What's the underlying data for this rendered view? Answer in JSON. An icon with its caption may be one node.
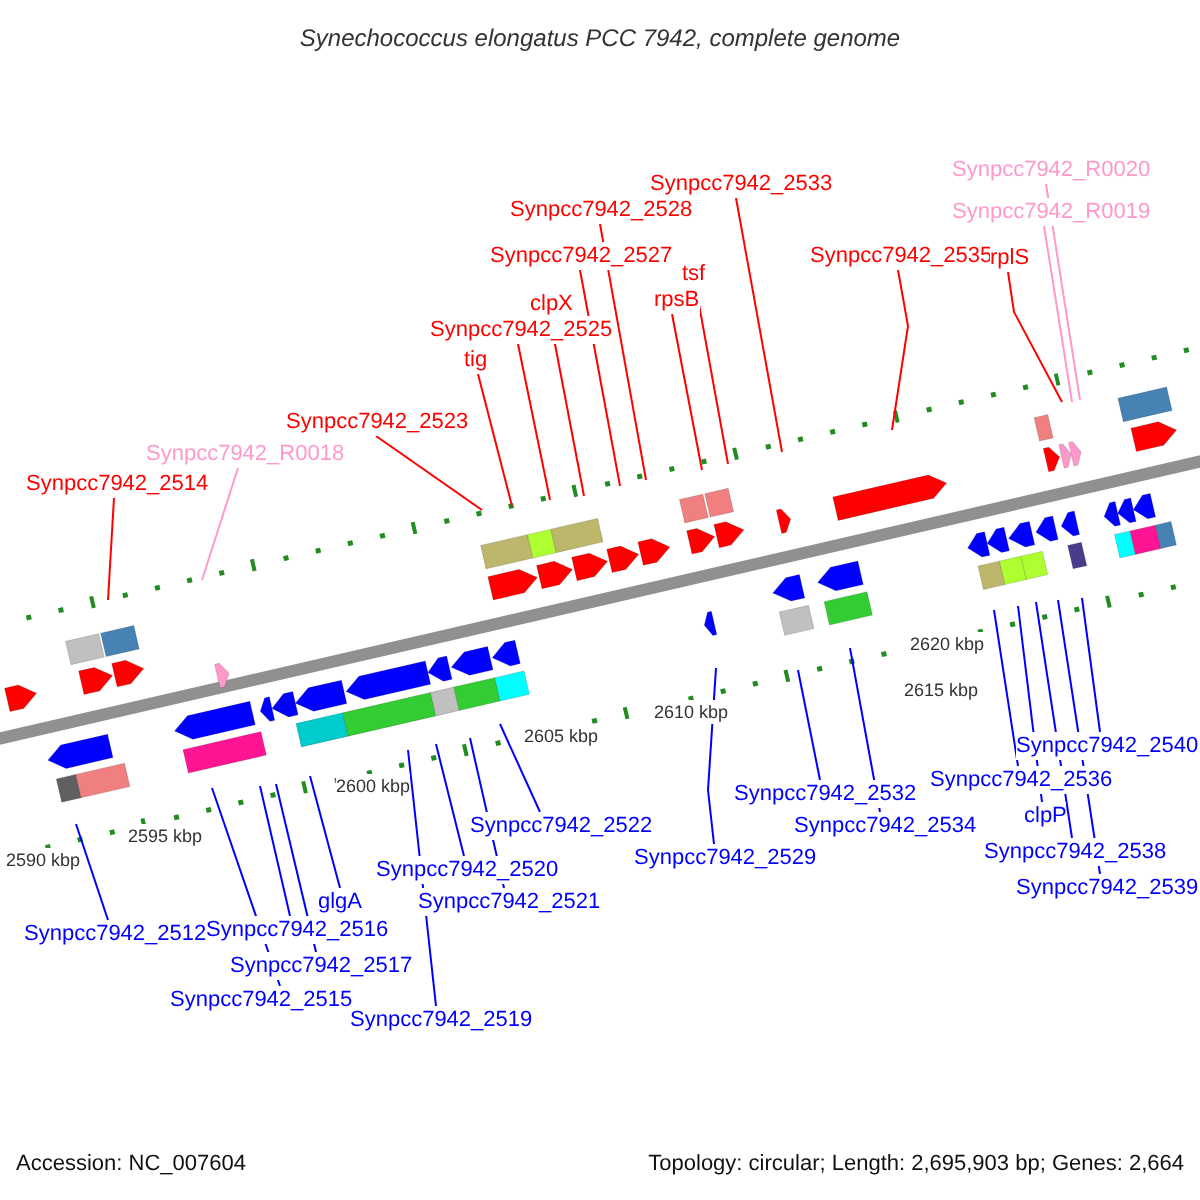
{
  "diagram": {
    "title": "Synechococcus elongatus PCC 7942, complete genome",
    "nodes": [
      {
        "text": [
          "Synpcc7942_2514"
        ]
      },
      {
        "text": [
          "Synpcc7942_R0018"
        ]
      },
      {
        "text": [
          "Synpcc7942_2523"
        ]
      },
      {
        "text": [
          "tig"
        ]
      },
      {
        "text": [
          "Synpcc7942_2525"
        ]
      },
      {
        "text": [
          "clpX"
        ]
      },
      {
        "text": [
          "Synpcc7942_2527"
        ]
      },
      {
        "text": [
          "Synpcc7942_2528"
        ]
      },
      {
        "text": [
          "Synpcc7942_2533"
        ]
      },
      {
        "text": [
          "tsf"
        ]
      },
      {
        "text": [
          "rpsB"
        ]
      },
      {
        "text": [
          "Synpcc7942_2535"
        ]
      },
      {
        "text": [
          "rplS"
        ]
      },
      {
        "text": [
          "Synpcc7942_R0020"
        ]
      },
      {
        "text": [
          "Synpcc7942_R0019"
        ]
      },
      {
        "text": [
          "Synpcc7942_2512"
        ]
      },
      {
        "text": [
          "Synpcc7942_2516"
        ]
      },
      {
        "text": [
          "glgA"
        ]
      },
      {
        "text": [
          "Synpcc7942_2517"
        ]
      },
      {
        "text": [
          "Synpcc7942_2515"
        ]
      },
      {
        "text": [
          "Synpcc7942_2519"
        ]
      },
      {
        "text": [
          "Synpcc7942_2520"
        ]
      },
      {
        "text": [
          "Synpcc7942_2521"
        ]
      },
      {
        "text": [
          "Synpcc7942_2522"
        ]
      },
      {
        "text": [
          "Synpcc7942_2529"
        ]
      },
      {
        "text": [
          "Synpcc7942_2532"
        ]
      },
      {
        "text": [
          "Synpcc7942_2534"
        ]
      },
      {
        "text": [
          "Synpcc7942_2536"
        ]
      },
      {
        "text": [
          "clpP"
        ]
      },
      {
        "text": [
          "Synpcc7942_2538"
        ]
      },
      {
        "text": [
          "Synpcc7942_2539"
        ]
      },
      {
        "text": [
          "Synpcc7942_2540"
        ]
      }
    ],
    "edges": [
      {
        "from": 0,
        "to": null,
        "arrow": "none",
        "color": "#ff0000"
      },
      {
        "from": 1,
        "to": null,
        "arrow": "none",
        "color": "#ff99cc"
      },
      {
        "from": 2,
        "to": null,
        "arrow": "none",
        "color": "#ff0000"
      },
      {
        "from": 3,
        "to": null,
        "arrow": "none",
        "color": "#ff0000"
      },
      {
        "from": 4,
        "to": null,
        "arrow": "none",
        "color": "#ff0000"
      },
      {
        "from": 5,
        "to": null,
        "arrow": "none",
        "color": "#ff0000"
      },
      {
        "from": 6,
        "to": null,
        "arrow": "none",
        "color": "#ff0000"
      },
      {
        "from": 7,
        "to": null,
        "arrow": "none",
        "color": "#ff0000"
      },
      {
        "from": 8,
        "to": null,
        "arrow": "none",
        "color": "#ff0000"
      },
      {
        "from": 9,
        "to": null,
        "arrow": "none",
        "color": "#ff0000"
      },
      {
        "from": 10,
        "to": null,
        "arrow": "none",
        "color": "#ff0000"
      },
      {
        "from": 11,
        "to": null,
        "arrow": "none",
        "color": "#ff0000"
      },
      {
        "from": 12,
        "to": null,
        "arrow": "none",
        "color": "#ff0000"
      },
      {
        "from": 13,
        "to": null,
        "arrow": "none",
        "color": "#ff99cc"
      },
      {
        "from": 14,
        "to": null,
        "arrow": "none",
        "color": "#ff99cc"
      },
      {
        "from": 15,
        "to": null,
        "arrow": "none"
      },
      {
        "from": 16,
        "to": null,
        "arrow": "none"
      },
      {
        "from": 17,
        "to": null,
        "arrow": "none"
      },
      {
        "from": 18,
        "to": null,
        "arrow": "none"
      },
      {
        "from": 19,
        "to": null,
        "arrow": "none"
      },
      {
        "from": 20,
        "to": null,
        "arrow": "none"
      },
      {
        "from": 21,
        "to": null,
        "arrow": "none"
      },
      {
        "from": 22,
        "to": null,
        "arrow": "none"
      },
      {
        "from": 23,
        "to": null,
        "arrow": "none"
      },
      {
        "from": 24,
        "to": null,
        "arrow": "none"
      },
      {
        "from": 25,
        "to": null,
        "arrow": "none"
      },
      {
        "from": 26,
        "to": null,
        "arrow": "none"
      },
      {
        "from": 27,
        "to": null,
        "arrow": "none"
      },
      {
        "from": 28,
        "to": null,
        "arrow": "none"
      },
      {
        "from": 29,
        "to": null,
        "arrow": "none"
      },
      {
        "from": 30,
        "to": null,
        "arrow": "none"
      },
      {
        "from": 31,
        "to": null,
        "arrow": "none"
      }
    ],
    "labels": [
      "2590 kbp",
      "2595 kbp",
      "2600 kbp",
      "2605 kbp",
      "2610 kbp",
      "2615 kbp",
      "2620 kbp",
      "Accession: NC_007604",
      "Topology: circular; Length: 2,695,903 bp; Genes: 2,664"
    ]
  }
}
